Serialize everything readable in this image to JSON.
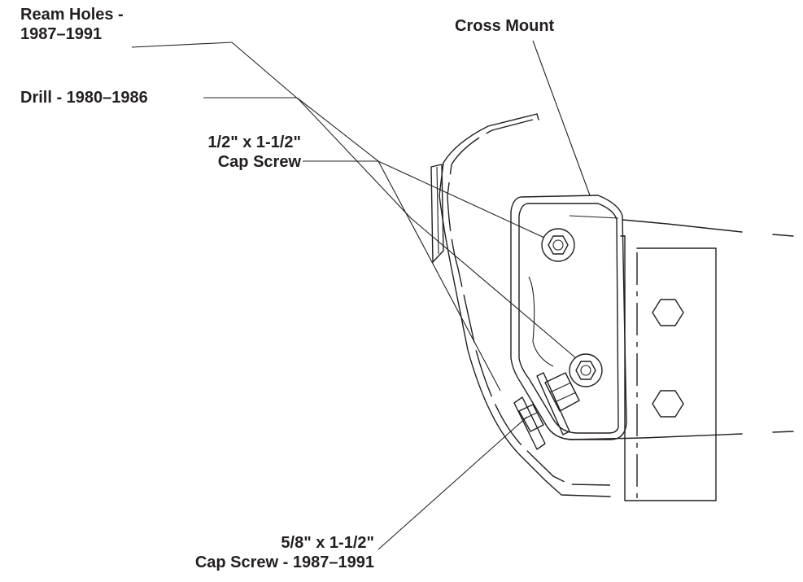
{
  "labels": {
    "ream_holes": {
      "line1": "Ream Holes -",
      "line2": "1987–1991"
    },
    "cross_mount": "Cross Mount",
    "drill": "Drill - 1980–1986",
    "half_inch_screw": {
      "line1": "1/2\" x 1-1/2\"",
      "line2": "Cap Screw"
    },
    "five_eighth_screw": {
      "line1": "5/8\" x 1-1/2\"",
      "line2": "Cap Screw - 1987–1991"
    }
  },
  "colors": {
    "ink": "#231f20",
    "background": "#ffffff"
  }
}
